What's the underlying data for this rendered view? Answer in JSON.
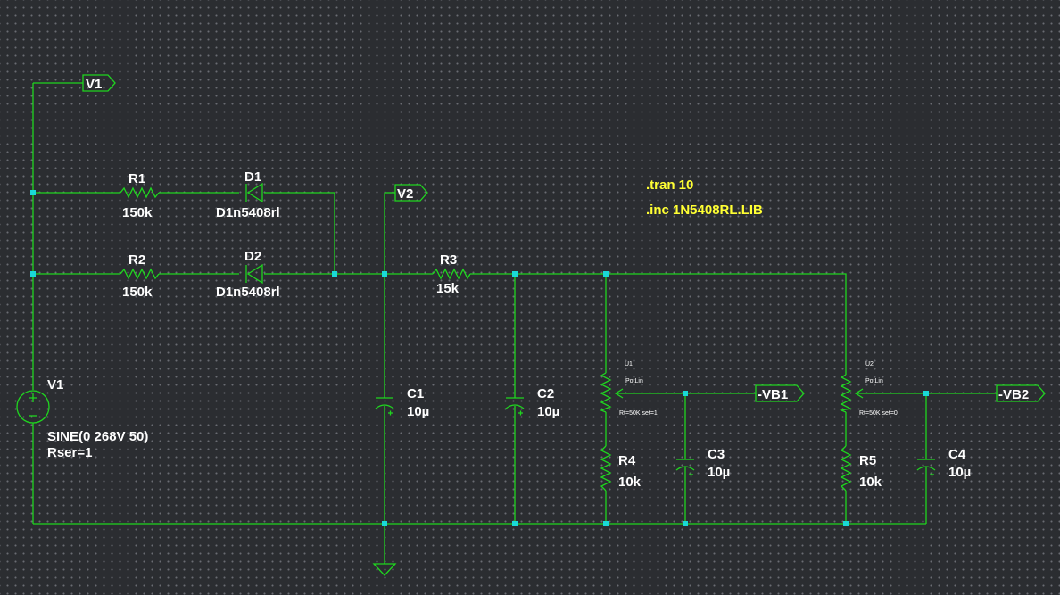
{
  "flags": {
    "v1": "V1",
    "v2": "V2",
    "vb1": "-VB1",
    "vb2": "-VB2"
  },
  "source": {
    "name": "V1",
    "value": "SINE(0 268V 50)",
    "rser": "Rser=1"
  },
  "resistors": {
    "r1": {
      "name": "R1",
      "value": "150k"
    },
    "r2": {
      "name": "R2",
      "value": "150k"
    },
    "r3": {
      "name": "R3",
      "value": "15k"
    },
    "r4": {
      "name": "R4",
      "value": "10k"
    },
    "r5": {
      "name": "R5",
      "value": "10k"
    }
  },
  "diodes": {
    "d1": {
      "name": "D1",
      "value": "D1n5408rl"
    },
    "d2": {
      "name": "D2",
      "value": "D1n5408rl"
    }
  },
  "capacitors": {
    "c1": {
      "name": "C1",
      "value": "10µ"
    },
    "c2": {
      "name": "C2",
      "value": "10µ"
    },
    "c3": {
      "name": "C3",
      "value": "10µ"
    },
    "c4": {
      "name": "C4",
      "value": "10µ"
    }
  },
  "pots": {
    "u1": {
      "name": "U1",
      "model": "PotLin",
      "params": "Rt=50K set=1"
    },
    "u2": {
      "name": "U2",
      "model": "PotLin",
      "params": "Rt=50K set=0"
    }
  },
  "directives": {
    "tran": ".tran 10",
    "inc": ".inc 1N5408RL.LIB"
  },
  "colors": {
    "wire": "#1fd61f",
    "junction": "#1ad8d8",
    "directive": "#ffff33",
    "background": "#2b2d31"
  }
}
